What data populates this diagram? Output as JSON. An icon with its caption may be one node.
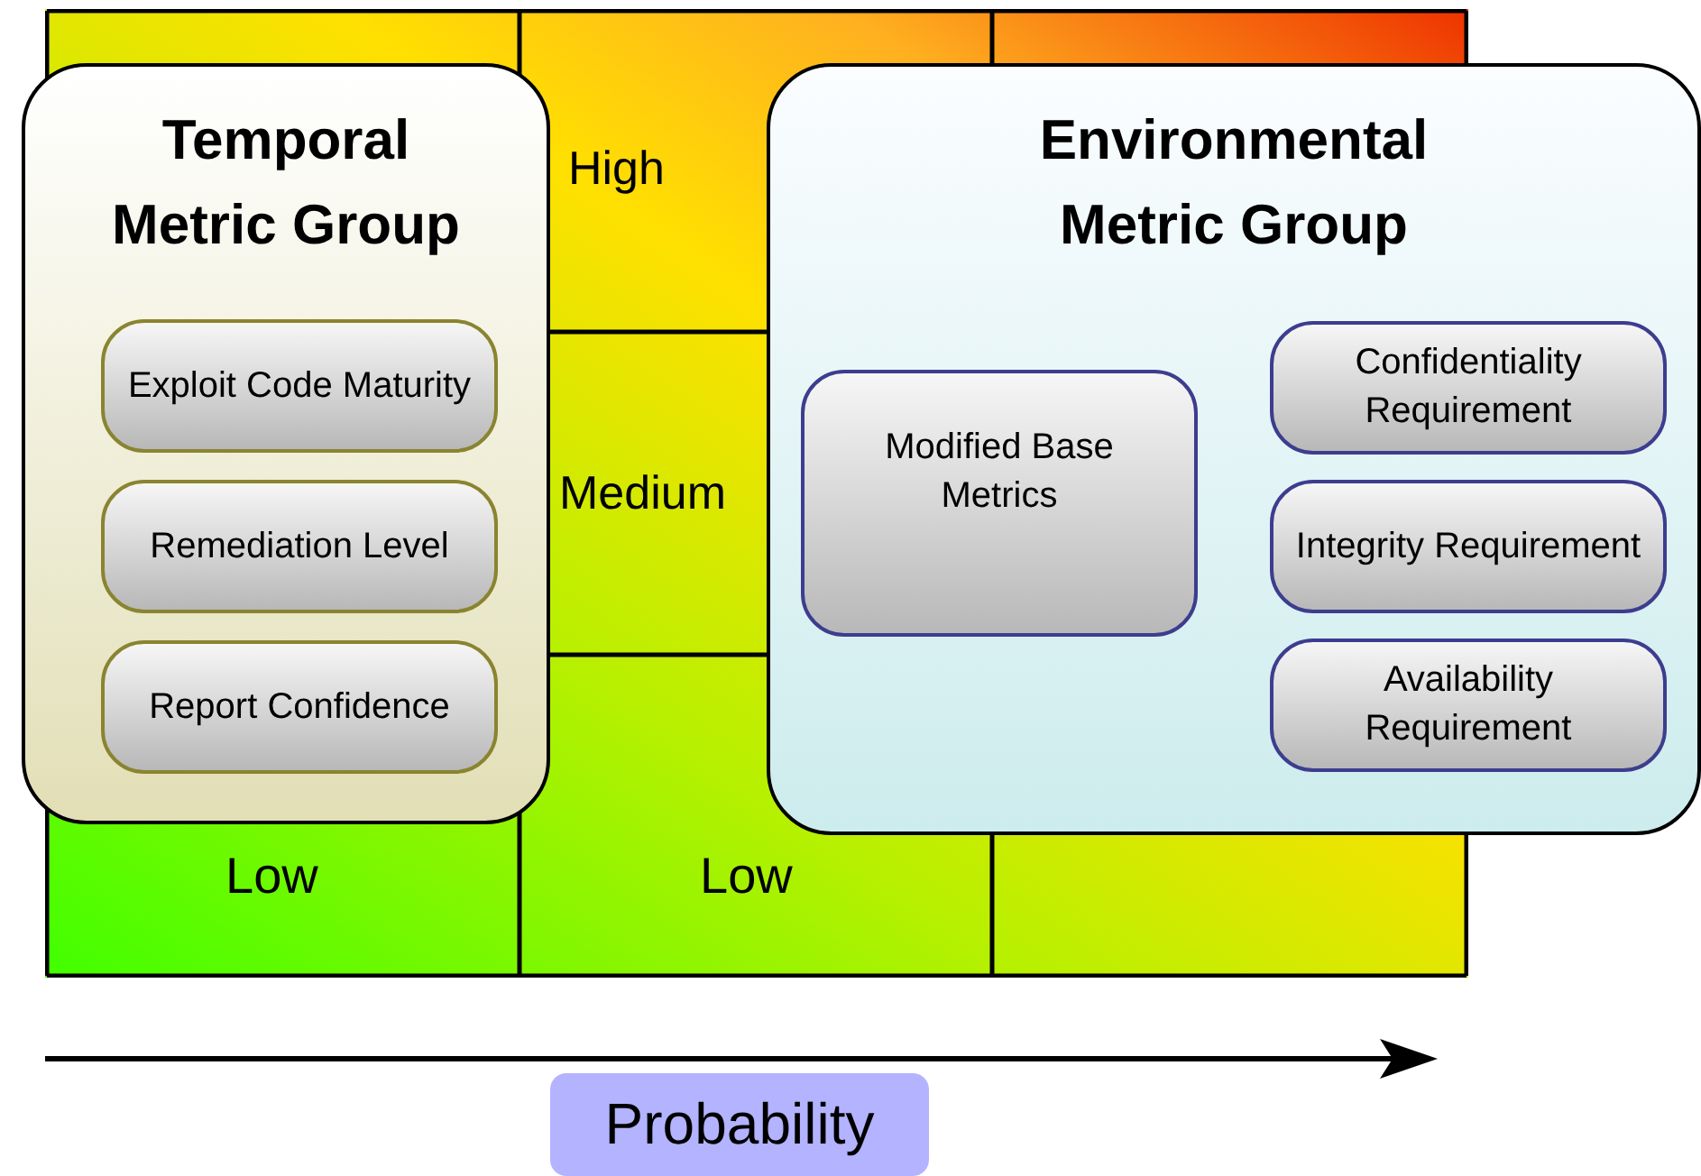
{
  "diagram": {
    "nodes": [
      {
        "text": [
          "Temporal Metric Group"
        ]
      },
      {
        "text": [
          "Exploit Code Maturity"
        ],
        "in": 0
      },
      {
        "text": [
          "Remediation Level"
        ],
        "in": 0
      },
      {
        "text": [
          "Report Confidence"
        ],
        "in": 0
      },
      {
        "text": [
          "Environmental Metric Group"
        ]
      },
      {
        "text": [
          "Modified Base Metrics"
        ],
        "in": 4
      },
      {
        "text": [
          "Confidentiality Requirement"
        ],
        "in": 4
      },
      {
        "text": [
          "Integrity Requirement"
        ],
        "in": 4
      },
      {
        "text": [
          "Availability Requirement"
        ],
        "in": 4
      },
      {
        "text": [
          "Probability"
        ]
      }
    ],
    "edges": [],
    "labels": [
      "High",
      "Medium",
      "Low",
      "Low"
    ]
  }
}
